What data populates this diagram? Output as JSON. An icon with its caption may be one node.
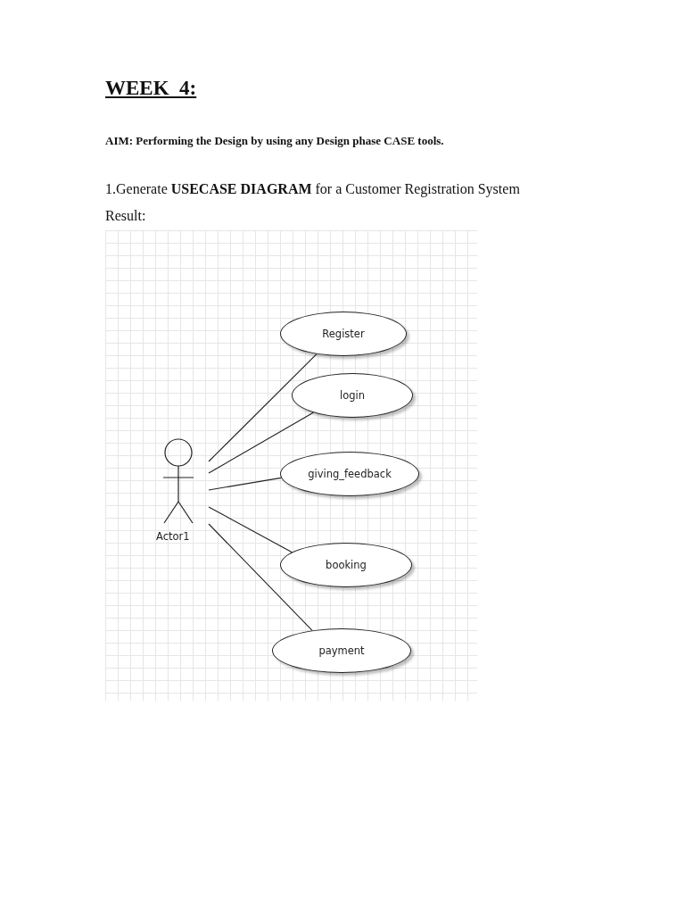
{
  "diagram": {
    "title": "WEEK  4:",
    "nodes": [
      {
        "text": [
          "Actor1"
        ]
      },
      {
        "text": [
          "Register"
        ]
      },
      {
        "text": [
          "login"
        ]
      },
      {
        "text": [
          "giving_feedback"
        ]
      },
      {
        "text": [
          "booking"
        ]
      },
      {
        "text": [
          "payment"
        ]
      }
    ],
    "edges": [
      {
        "from": 0,
        "to": 1,
        "arrow": "none"
      },
      {
        "from": 0,
        "to": 2,
        "arrow": "none"
      },
      {
        "from": 0,
        "to": 3,
        "arrow": "none"
      },
      {
        "from": 0,
        "to": 4,
        "arrow": "none"
      },
      {
        "from": 0,
        "to": 5,
        "arrow": "none"
      }
    ],
    "labels": [
      "AIM: Performing the Design by using any Design phase CASE tools.",
      "1.Generate **USECASE DIAGRAM** for a Customer Registration System",
      "Result:"
    ]
  }
}
